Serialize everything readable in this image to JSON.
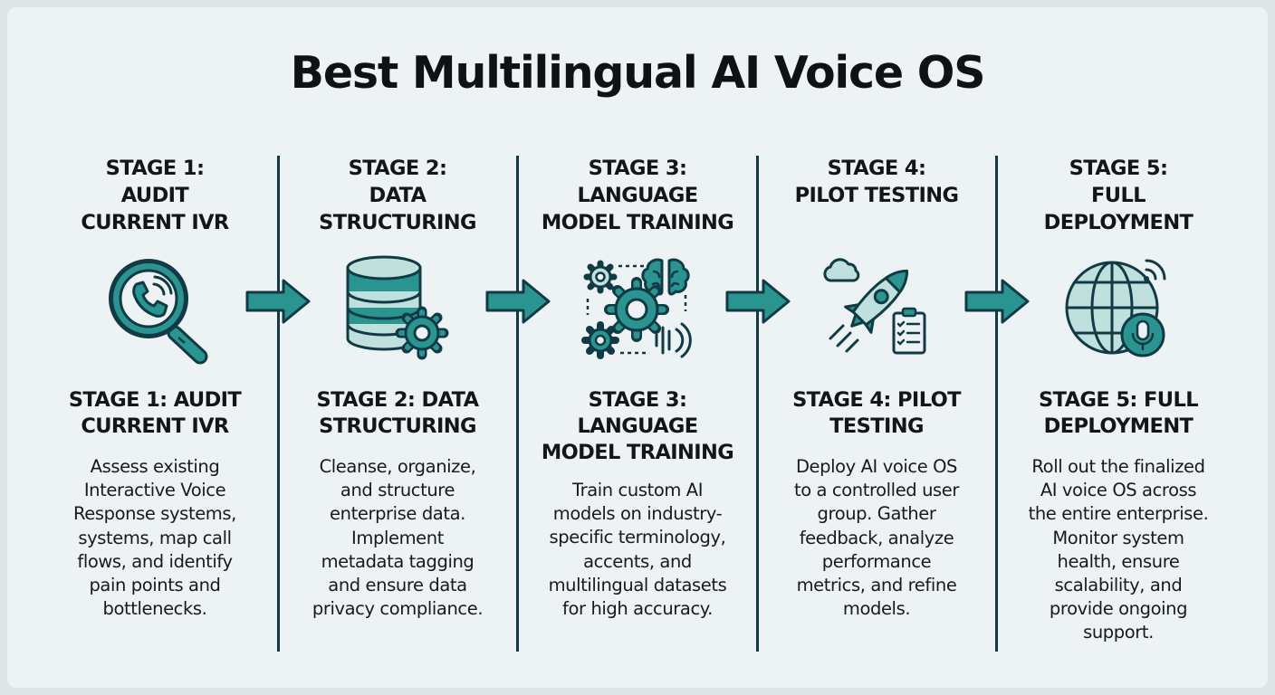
{
  "title": "Best Multilingual AI Voice OS",
  "colors": {
    "accent": "#1e8a88",
    "accent_light": "#bfe0dd",
    "ink": "#123a44",
    "background": "#edf3f4"
  },
  "stages": [
    {
      "heading": "STAGE 1:\nAUDIT\nCURRENT IVR",
      "icon": "phone-search-icon",
      "subheading": "STAGE 1: AUDIT\nCURRENT IVR",
      "description": "Assess existing\nInteractive Voice\nResponse systems,\nsystems,  map call\nflows, and identify\npain points and\nbottlenecks."
    },
    {
      "heading": "STAGE 2:\nDATA\nSTRUCTURING",
      "icon": "database-gear-icon",
      "subheading": "STAGE 2: DATA\nSTRUCTURING",
      "description": "Cleanse, organize,\nand structure\nenterprise data.\nImplement\nmetadata tagging\nand ensure data\nprivacy compliance."
    },
    {
      "heading": "STAGE 3:\nLANGUAGE\nMODEL TRAINING",
      "icon": "gears-brain-icon",
      "subheading": "STAGE 3:\nLANGUAGE\nMODEL TRAINING",
      "description": "Train custom AI\nmodels on industry-\nspecific terminology,\naccents, and\nmultilingual datasets\nfor high accuracy."
    },
    {
      "heading": "STAGE 4:\nPILOT TESTING",
      "icon": "rocket-checklist-icon",
      "subheading": "STAGE 4: PILOT\nTESTING",
      "description": "Deploy AI voice OS\nto a controlled user\ngroup. Gather\nfeedback, analyze\nperformance\nmetrics, and refine\nmodels."
    },
    {
      "heading": "STAGE 5:\nFULL\nDEPLOYMENT",
      "icon": "globe-microphone-icon",
      "subheading": "STAGE 5: FULL\nDEPLOYMENT",
      "description": "Roll out the finalized\nAI voice OS across\nthe entire enterprise.\nMonitor system\nhealth, ensure\nscalability, and\nprovide ongoing\nsupport."
    }
  ]
}
